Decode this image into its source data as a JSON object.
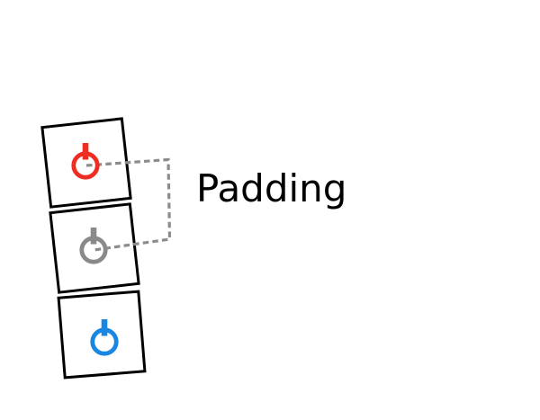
{
  "diagram": {
    "label": {
      "text": "Padding"
    },
    "boxes": [
      {
        "id": "top-box",
        "icon": "power-icon",
        "icon_color": "#f02d23"
      },
      {
        "id": "middle-box",
        "icon": "power-icon",
        "icon_color": "#8a8a8a"
      },
      {
        "id": "bottom-box",
        "icon": "power-icon",
        "icon_color": "#1987e1"
      }
    ],
    "connector": {
      "style": "dashed",
      "color": "#8c8c8c",
      "connects": "top-box power-icon to middle-box power-icon"
    },
    "colors": {
      "background": "#ffffff",
      "box_border": "#000000",
      "label_text": "#000000"
    }
  }
}
